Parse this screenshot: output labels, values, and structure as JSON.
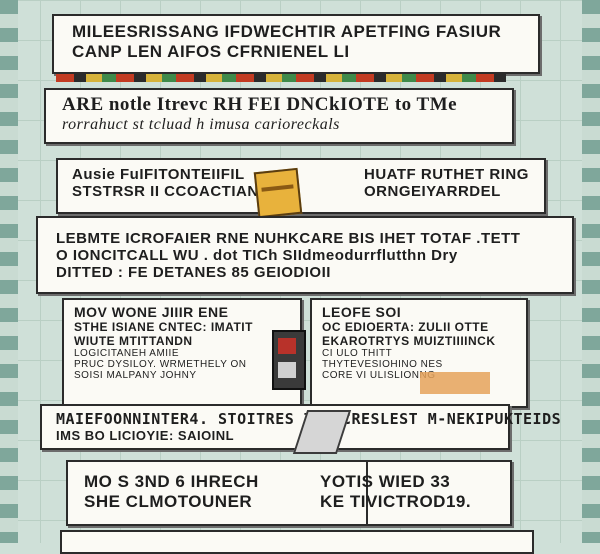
{
  "cards": [
    {
      "lines": [
        "MILEESRISSANG IFDWECHTIR APETFING FASIUR",
        "CANP LEN AIFOS CFRNIENEL LI"
      ]
    },
    {
      "lines": [
        "ARE notle Itrevc RH FEI DNCkIOTE to TMe",
        "rorrahuct st tcluad h imusa carioreckals"
      ]
    },
    {
      "left": [
        "Ausie FuIFITONTEIIFIL",
        "STSTRSR II CCOACTIANS"
      ],
      "right": [
        "HUATF RUTHET RING",
        "ORNGEIYARRDEL"
      ]
    },
    {
      "lines": [
        "LEBMTE ICROFAIER RNE NUHKCARE BIS IHET TOTAF .TETT",
        "O IONCITCALL WU . dot TICh SIIdmeodurrflutthn Dry",
        "DITTED : FE DETANES 85 GEIODIOII"
      ]
    },
    {
      "lines": [
        "MOV WONE JIIIR ENE",
        "STHE ISIANE CNTEC: IMATIT",
        "WIUTE MTITTANDN",
        "LOGICITANEH AMIIE",
        "PRUC DYSILOY. WRMETHELY ON",
        "SOISI MALPANY JOHNY"
      ]
    },
    {
      "lines": [
        "LEOFE SOI",
        "OC EDIOERTA: ZULII OTTE",
        "EKAROTRTYS MUIZTIIIINCK",
        "CI ULO THITT",
        "THYTEVESIOHINO NES",
        "CORE VI ULISLIONNG"
      ]
    },
    {
      "lines": [
        "MAIEFOONNINTER4. STOITRES TKICCRESLEST M-NEKIPUKTEIDS",
        "IMS BO LICIOYIE: SAIOINL"
      ]
    },
    {
      "left": [
        "MO S 3ND 6 IHRECH",
        "SHE CLMOTOUNER"
      ],
      "right": [
        "YOTIS WIED 33",
        "KE TIVICTROD19."
      ]
    }
  ]
}
